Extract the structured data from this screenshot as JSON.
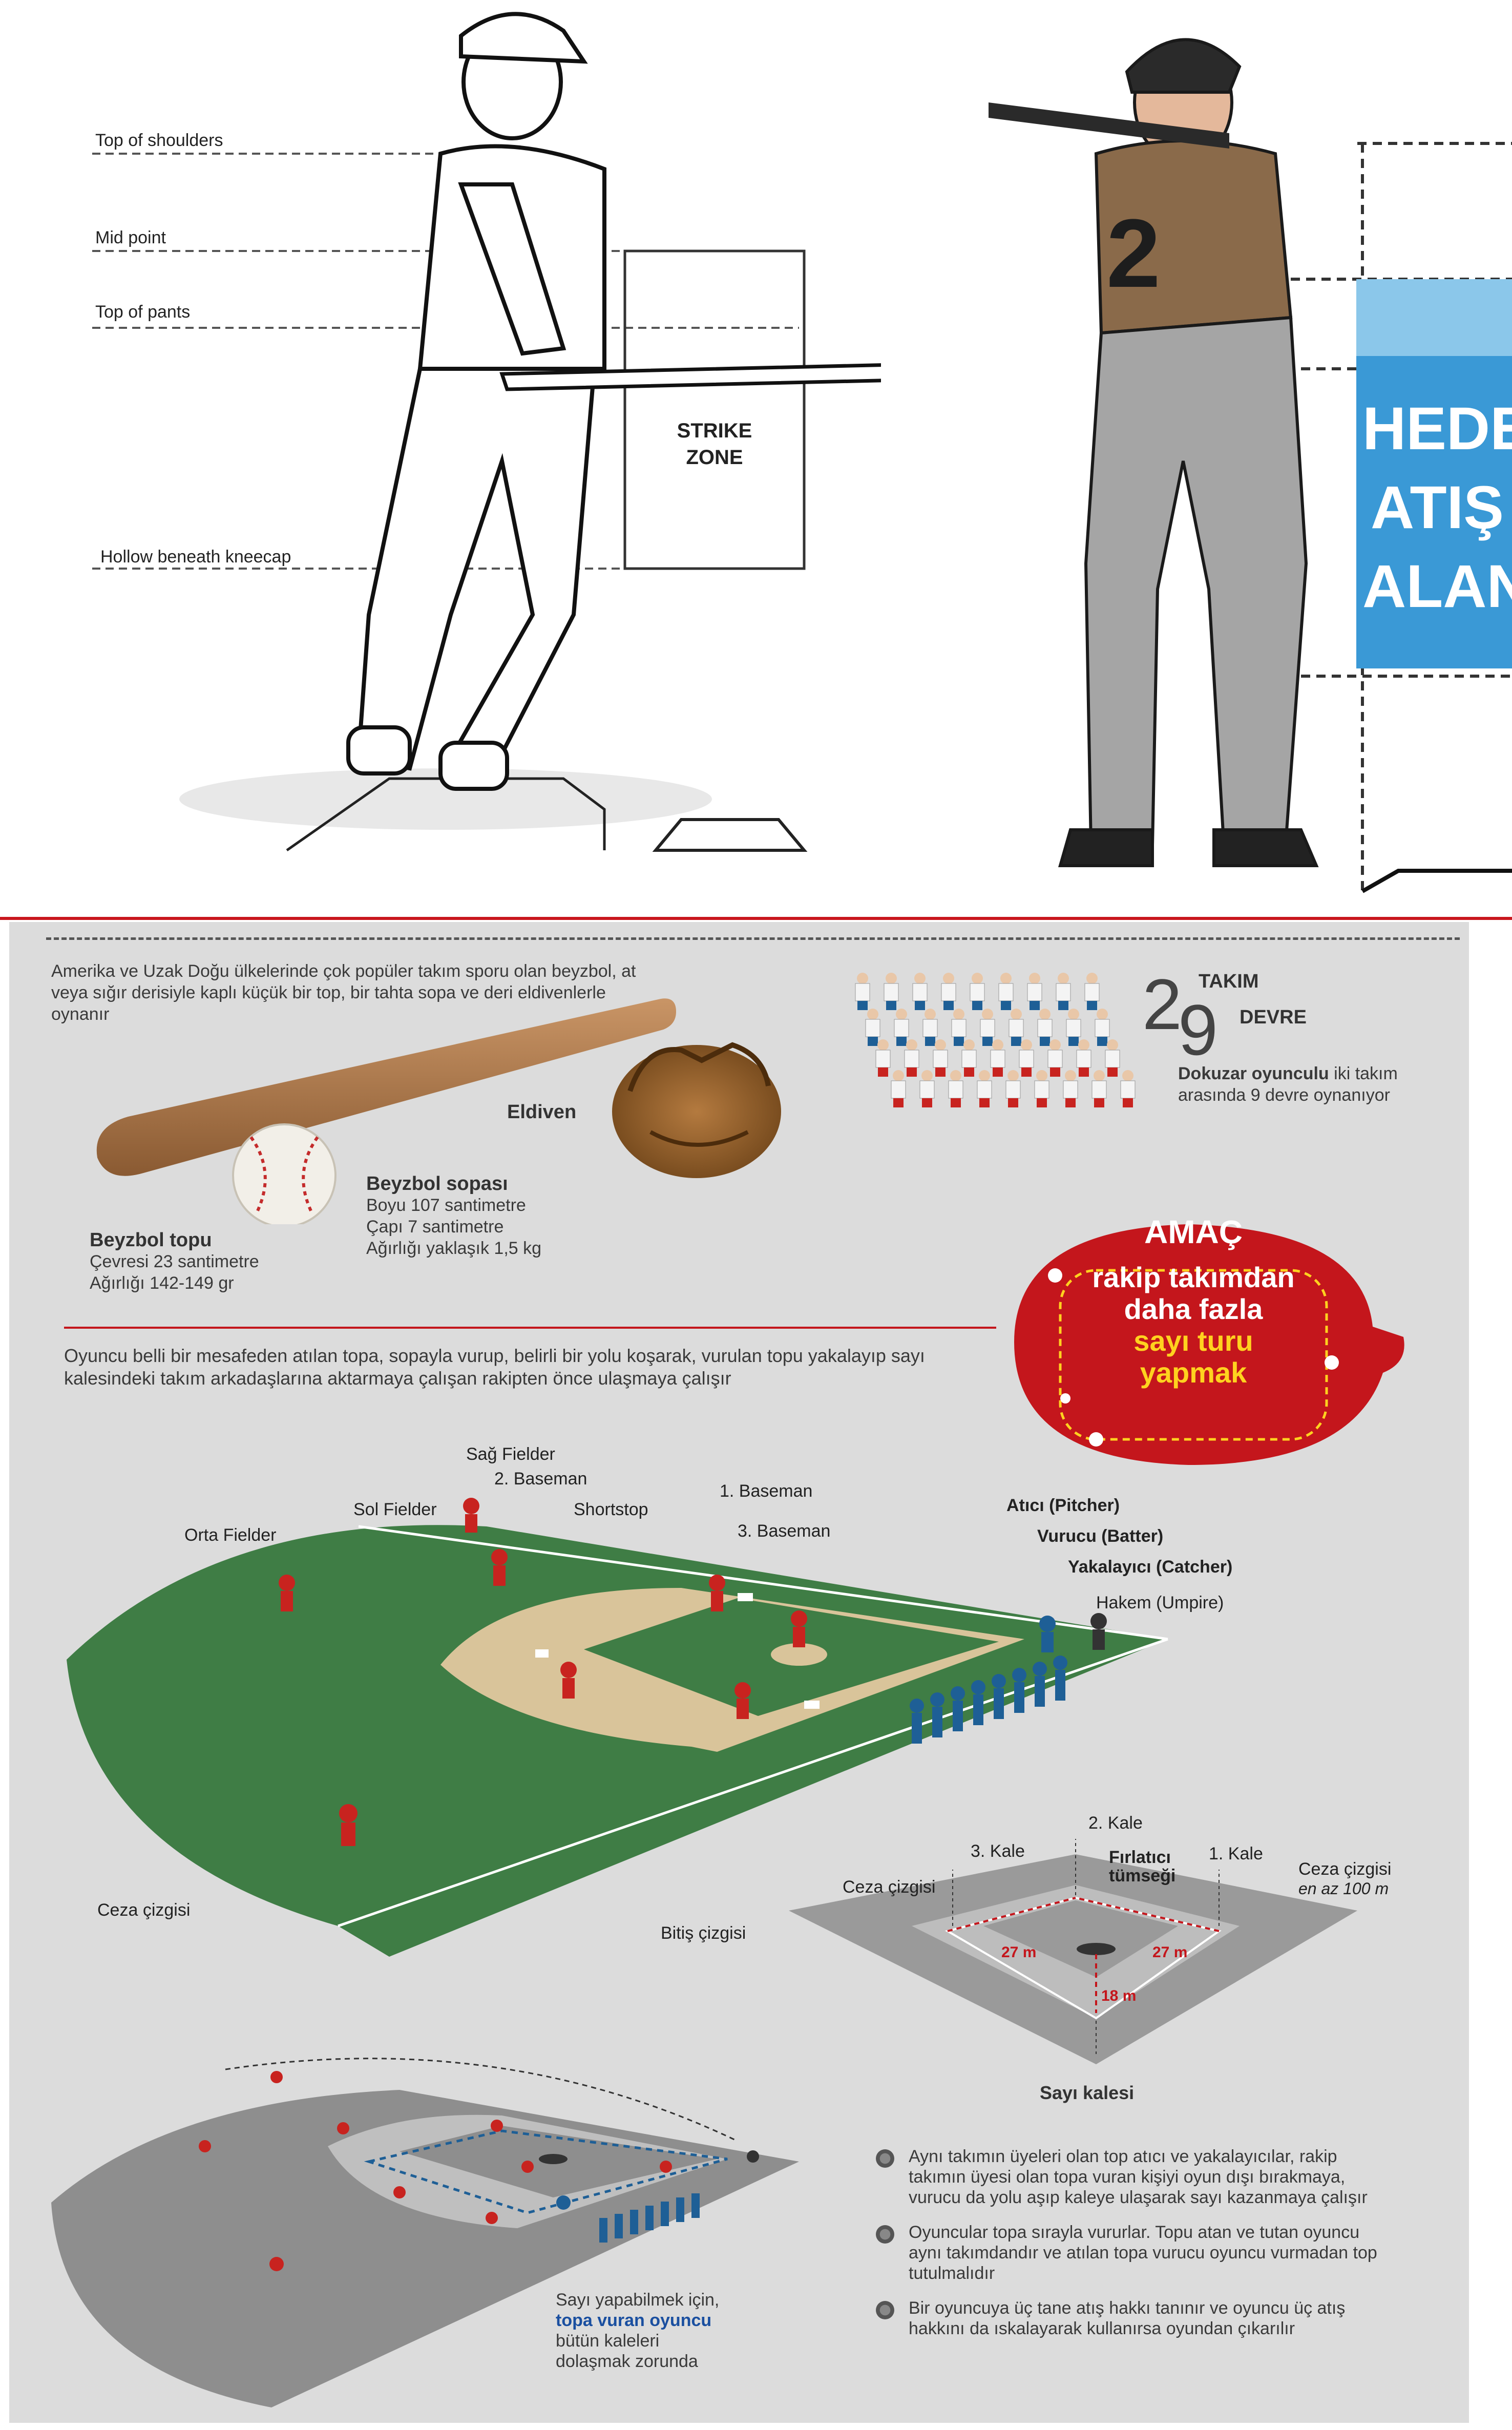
{
  "strike_zone": {
    "labels": {
      "shoulders": "Top of shoulders",
      "mid": "Mid point",
      "pants": "Top of pants",
      "knee": "Hollow beneath kneecap",
      "zone": "STRIKE\nZONE"
    }
  },
  "target_zone": {
    "line1": "HEDEF",
    "line2": "ATIŞ",
    "line3": "ALANI",
    "jersey_number": "2"
  },
  "intro": {
    "text": "Amerika ve Uzak Doğu ülkelerinde çok popüler takım sporu olan beyzbol, at veya sığır derisiyle kaplı küçük bir top, bir tahta sopa ve deri eldivenlerle oynanır"
  },
  "teams": {
    "num_top": "2",
    "num_bottom": "9",
    "label_team": "TAKIM",
    "label_period": "DEVRE",
    "desc_bold": "Dokuzar oyunculu",
    "desc_rest": " iki takım arasında 9 devre oynanıyor"
  },
  "equipment": {
    "glove": "Eldiven",
    "bat_title": "Beyzbol sopası",
    "bat_l1": "Boyu 107 santimetre",
    "bat_l2": "Çapı 7 santimetre",
    "bat_l3": "Ağırlığı yaklaşık 1,5 kg",
    "ball_title": "Beyzbol topu",
    "ball_l1": "Çevresi 23 santimetre",
    "ball_l2": "Ağırlığı 142-149 gr"
  },
  "goal": {
    "title": "AMAÇ",
    "l1": "rakip takımdan",
    "l2": "daha fazla",
    "l3": "sayı turu",
    "l4": "yapmak"
  },
  "description": "Oyuncu belli bir mesafeden atılan topa, sopayla vurup, belirli bir yolu koşarak, vurulan topu yakalayıp sayı kalesindeki takım arkadaşlarına aktarmaya çalışan rakipten önce ulaşmaya çalışır",
  "positions": {
    "right_fielder": "Sağ Fielder",
    "second_baseman": "2. Baseman",
    "shortstop": "Shortstop",
    "first_baseman": "1. Baseman",
    "left_fielder": "Sol Fielder",
    "third_baseman": "3. Baseman",
    "center_fielder": "Orta Fielder",
    "pitcher": "Atıcı (Pitcher)",
    "batter": "Vurucu (Batter)",
    "catcher": "Yakalayıcı (Catcher)",
    "umpire": "Hakem (Umpire)",
    "penalty_line": "Ceza çizgisi"
  },
  "diamond": {
    "second_base": "2. Kale",
    "third_base": "3. Kale",
    "mound_l1": "Fırlatıcı",
    "mound_l2": "tümseği",
    "first_base": "1. Kale",
    "penalty_left": "Ceza çizgisi",
    "penalty_right": "Ceza çizgisi",
    "penalty_right_sub": "en az 100 m",
    "finish_line": "Bitiş çizgisi",
    "dist_left": "27 m",
    "dist_right": "27 m",
    "dist_mound": "18 m",
    "home": "Sayı kalesi"
  },
  "run": {
    "l1": "Sayı yapabilmek için,",
    "l2": "topa vuran oyuncu",
    "l3": "bütün kaleleri",
    "l4": "dolaşmak zorunda"
  },
  "rules": [
    "Aynı takımın üyeleri olan top atıcı ve yakalayıcılar, rakip takımın üyesi olan topa vuran kişiyi oyun dışı bırakmaya, vurucu da yolu aşıp kaleye ulaşarak sayı kazanmaya çalışır",
    "Oyuncular topa sırayla vururlar. Topu atan ve tutan oyuncu aynı takımdandır ve atılan topa vurucu oyuncu vurmadan top tutulmalıdır",
    "Bir oyuncuya üç tane atış hakkı tanınır ve oyuncu üç atış hakkını da ıskalayarak kullanırsa oyundan çıkarılır"
  ],
  "colors": {
    "field_green": "#3f7d45",
    "infield_tan": "#d9c49a",
    "goal_red": "#c4161c",
    "goal_yellow": "#ffd21f",
    "hedef_blue": "#2a87c9",
    "player_red": "#c8231f",
    "player_blue": "#1e5f96"
  }
}
